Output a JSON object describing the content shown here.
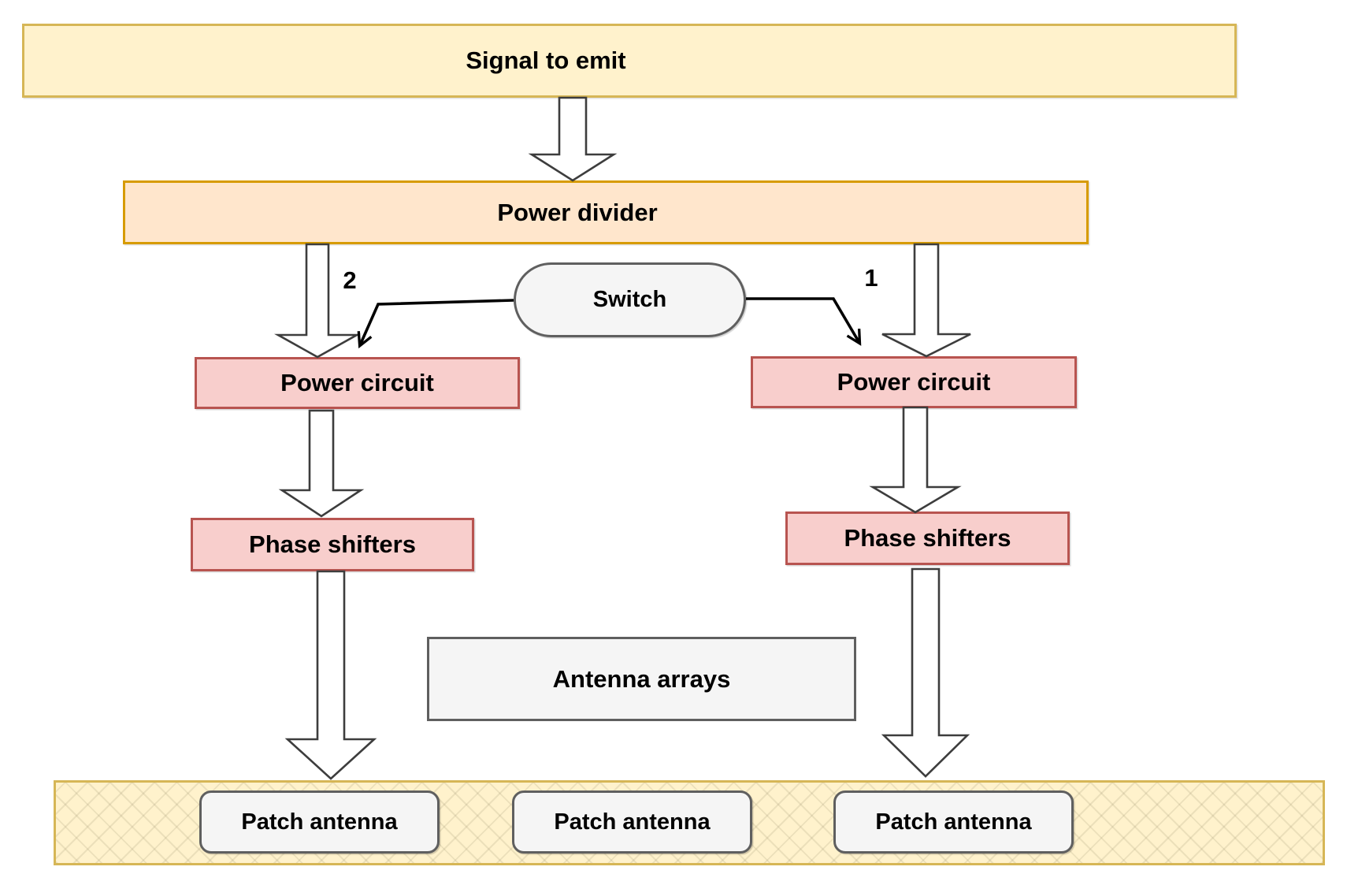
{
  "nodes": {
    "signal": {
      "label": "Signal to emit"
    },
    "power_divider": {
      "label": "Power divider"
    },
    "switch": {
      "label": "Switch"
    },
    "power_circuit_left": {
      "label": "Power circuit"
    },
    "power_circuit_right": {
      "label": "Power circuit"
    },
    "phase_shifters_left": {
      "label": "Phase shifters"
    },
    "phase_shifters_right": {
      "label": "Phase shifters"
    },
    "antenna_arrays": {
      "label": "Antenna arrays"
    },
    "patch_antennas": [
      {
        "label": "Patch antenna"
      },
      {
        "label": "Patch antenna"
      },
      {
        "label": "Patch antenna"
      }
    ]
  },
  "edge_labels": {
    "switch_to_left": "2",
    "switch_to_right": "1"
  },
  "colors": {
    "signal_fill": "#fff2cc",
    "signal_border": "#d6b656",
    "divider_fill": "#ffe6cc",
    "divider_border": "#d79b00",
    "circuit_fill": "#f8cecc",
    "circuit_border": "#b85450",
    "neutral_fill": "#f5f5f5",
    "neutral_border": "#5f5f5f",
    "band_fill": "#fff2cc",
    "band_border": "#d6b656",
    "connector": "#000000",
    "block_arrow_fill": "#ffffff",
    "block_arrow_outline": "#3d3d3d",
    "text": "#000000"
  }
}
